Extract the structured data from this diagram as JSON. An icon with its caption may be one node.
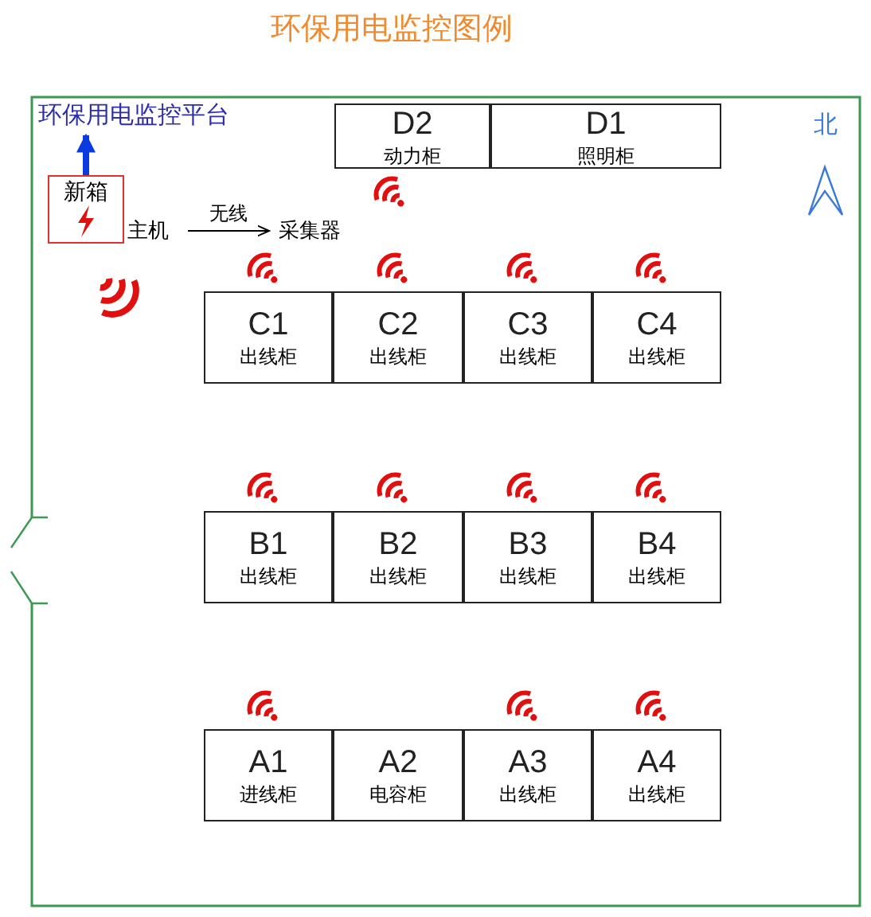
{
  "diagram": {
    "title": "环保用电监控图例",
    "nodes": [
      {
        "text": [
          "环保用电监控平台"
        ]
      },
      {
        "text": [
          "新箱"
        ]
      },
      {
        "text": [
          "主机"
        ]
      },
      {
        "text": [
          "采集器"
        ]
      },
      {
        "text": [
          "D2",
          "动力柜"
        ]
      },
      {
        "text": [
          "D1",
          "照明柜"
        ]
      },
      {
        "text": [
          "C1",
          "出线柜"
        ]
      },
      {
        "text": [
          "C2",
          "出线柜"
        ]
      },
      {
        "text": [
          "C3",
          "出线柜"
        ]
      },
      {
        "text": [
          "C4",
          "出线柜"
        ]
      },
      {
        "text": [
          "B1",
          "出线柜"
        ]
      },
      {
        "text": [
          "B2",
          "出线柜"
        ]
      },
      {
        "text": [
          "B3",
          "出线柜"
        ]
      },
      {
        "text": [
          "B4",
          "出线柜"
        ]
      },
      {
        "text": [
          "A1",
          "进线柜"
        ]
      },
      {
        "text": [
          "A2",
          "电容柜"
        ]
      },
      {
        "text": [
          "A3",
          "出线柜"
        ]
      },
      {
        "text": [
          "A4",
          "出线柜"
        ]
      }
    ],
    "edges": [
      {
        "from": 1,
        "to": 0,
        "arrow": "to",
        "style": "thick",
        "color": "#0b3be0"
      },
      {
        "from": 2,
        "to": 3,
        "arrow": "to",
        "label": "无线",
        "color": "#000000"
      }
    ],
    "labels": [
      "北"
    ]
  }
}
